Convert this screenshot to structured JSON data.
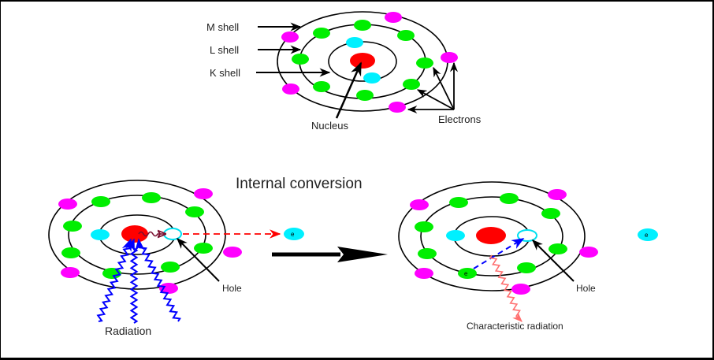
{
  "colors": {
    "nucleus": "#ff0000",
    "k_electron": "#00f0ff",
    "l_electron": "#00ee00",
    "m_electron": "#ff00ff",
    "shell_line": "#000000",
    "radiation": "#0000ff",
    "ejection_path": "#ff0000",
    "transition_path": "#0000ff",
    "characteristic_radiation": "#ff7070",
    "conversion_wave": "#7a1030"
  },
  "top_atom": {
    "labels": {
      "m_shell": "M shell",
      "l_shell": "L shell",
      "k_shell": "K shell",
      "nucleus": "Nucleus",
      "electrons": "Electrons"
    }
  },
  "title": "Internal conversion",
  "left_atom": {
    "hole_label": "Hole",
    "radiation_label": "Radiation",
    "ejected_electron_symbol": "e-"
  },
  "right_atom": {
    "hole_label": "Hole",
    "characteristic_label": "Characteristic radiation",
    "transition_electron_symbol": "e-",
    "ejected_electron_symbol": "e-"
  },
  "electron_symbol": {
    "base": "e",
    "superscript": "-"
  }
}
